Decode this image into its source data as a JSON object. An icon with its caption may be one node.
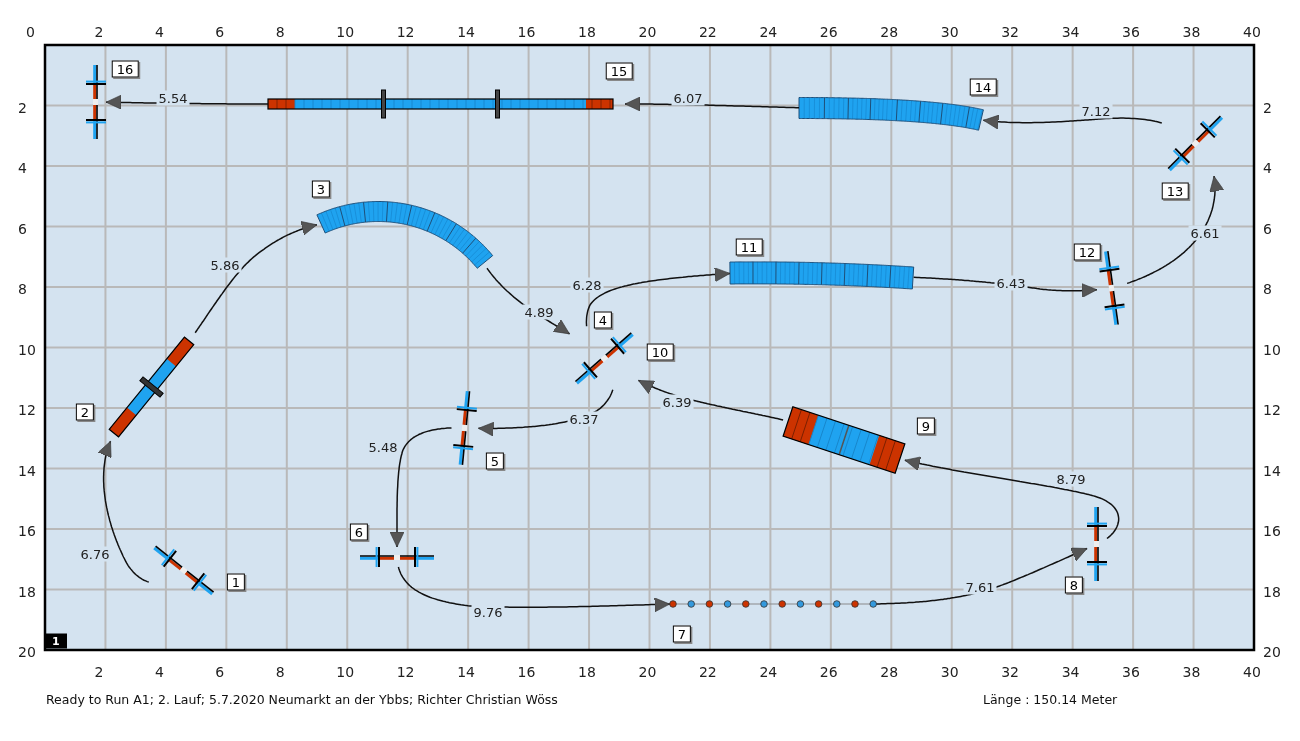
{
  "diagram": {
    "caption": "Ready to Run A1; 2. Lauf; 5.7.2020 Neumarkt an der Ybbs; Richter Christian Wöss",
    "nodes": [
      {
        "text": [],
        "shape": "hurdle",
        "beside": [
          "1"
        ]
      },
      {
        "text": [],
        "shape": "seesaw",
        "beside": [
          "2"
        ]
      },
      {
        "text": [],
        "shape": "tunnel",
        "beside": [
          "3"
        ]
      },
      {
        "text": [],
        "shape": "hurdle",
        "beside": [
          "4",
          "10"
        ]
      },
      {
        "text": [],
        "shape": "hurdle",
        "beside": [
          "5"
        ]
      },
      {
        "text": [],
        "shape": "hurdle",
        "beside": [
          "6"
        ]
      },
      {
        "text": [],
        "shape": "poles",
        "beside": [
          "7"
        ]
      },
      {
        "text": [],
        "shape": "hurdle",
        "beside": [
          "8"
        ]
      },
      {
        "text": [],
        "shape": "ramp",
        "beside": [
          "9"
        ]
      },
      {
        "text": [],
        "shape": "tunnel",
        "beside": [
          "11"
        ]
      },
      {
        "text": [],
        "shape": "hurdle",
        "beside": [
          "12"
        ]
      },
      {
        "text": [],
        "shape": "hurdle",
        "beside": [
          "13"
        ]
      },
      {
        "text": [],
        "shape": "tunnel",
        "beside": [
          "14"
        ]
      },
      {
        "text": [],
        "shape": "walkway",
        "beside": [
          "15"
        ]
      },
      {
        "text": [],
        "shape": "hurdle",
        "beside": [
          "16"
        ]
      }
    ],
    "edges": [
      {
        "from": 0,
        "to": 1,
        "arrow": "to",
        "label": "6.76"
      },
      {
        "from": 1,
        "to": 2,
        "arrow": "to",
        "label": "5.86"
      },
      {
        "from": 2,
        "to": 3,
        "arrow": "to",
        "label": "4.89"
      },
      {
        "from": 3,
        "to": 4,
        "arrow": "to",
        "label": "6.37"
      },
      {
        "from": 4,
        "to": 5,
        "arrow": "to",
        "label": "5.48"
      },
      {
        "from": 5,
        "to": 6,
        "arrow": "to",
        "label": "9.76"
      },
      {
        "from": 6,
        "to": 7,
        "arrow": "to",
        "label": "7.61"
      },
      {
        "from": 7,
        "to": 8,
        "arrow": "to",
        "label": "8.79"
      },
      {
        "from": 8,
        "to": 3,
        "arrow": "to",
        "label": "6.39"
      },
      {
        "from": 3,
        "to": 9,
        "arrow": "to",
        "label": "6.28"
      },
      {
        "from": 9,
        "to": 10,
        "arrow": "to",
        "label": "6.43"
      },
      {
        "from": 10,
        "to": 11,
        "arrow": "to",
        "label": "6.61"
      },
      {
        "from": 11,
        "to": 12,
        "arrow": "to",
        "label": "7.12"
      },
      {
        "from": 12,
        "to": 13,
        "arrow": "to",
        "label": "6.07"
      },
      {
        "from": 13,
        "to": 14,
        "arrow": "to",
        "label": "5.54"
      }
    ],
    "labels": [
      "0",
      "2",
      "4",
      "6",
      "8",
      "10",
      "12",
      "14",
      "16",
      "18",
      "20",
      "22",
      "24",
      "26",
      "28",
      "30",
      "32",
      "34",
      "36",
      "38",
      "40",
      "2",
      "2",
      "4",
      "4",
      "6",
      "6",
      "8",
      "8",
      "10",
      "10",
      "12",
      "12",
      "14",
      "14",
      "16",
      "16",
      "18",
      "18",
      "1",
      "20",
      "20",
      "2",
      "4",
      "6",
      "8",
      "10",
      "12",
      "14",
      "16",
      "18",
      "20",
      "22",
      "24",
      "26",
      "28",
      "30",
      "32",
      "34",
      "36",
      "38",
      "40",
      "Länge : 150.14 Meter"
    ]
  }
}
